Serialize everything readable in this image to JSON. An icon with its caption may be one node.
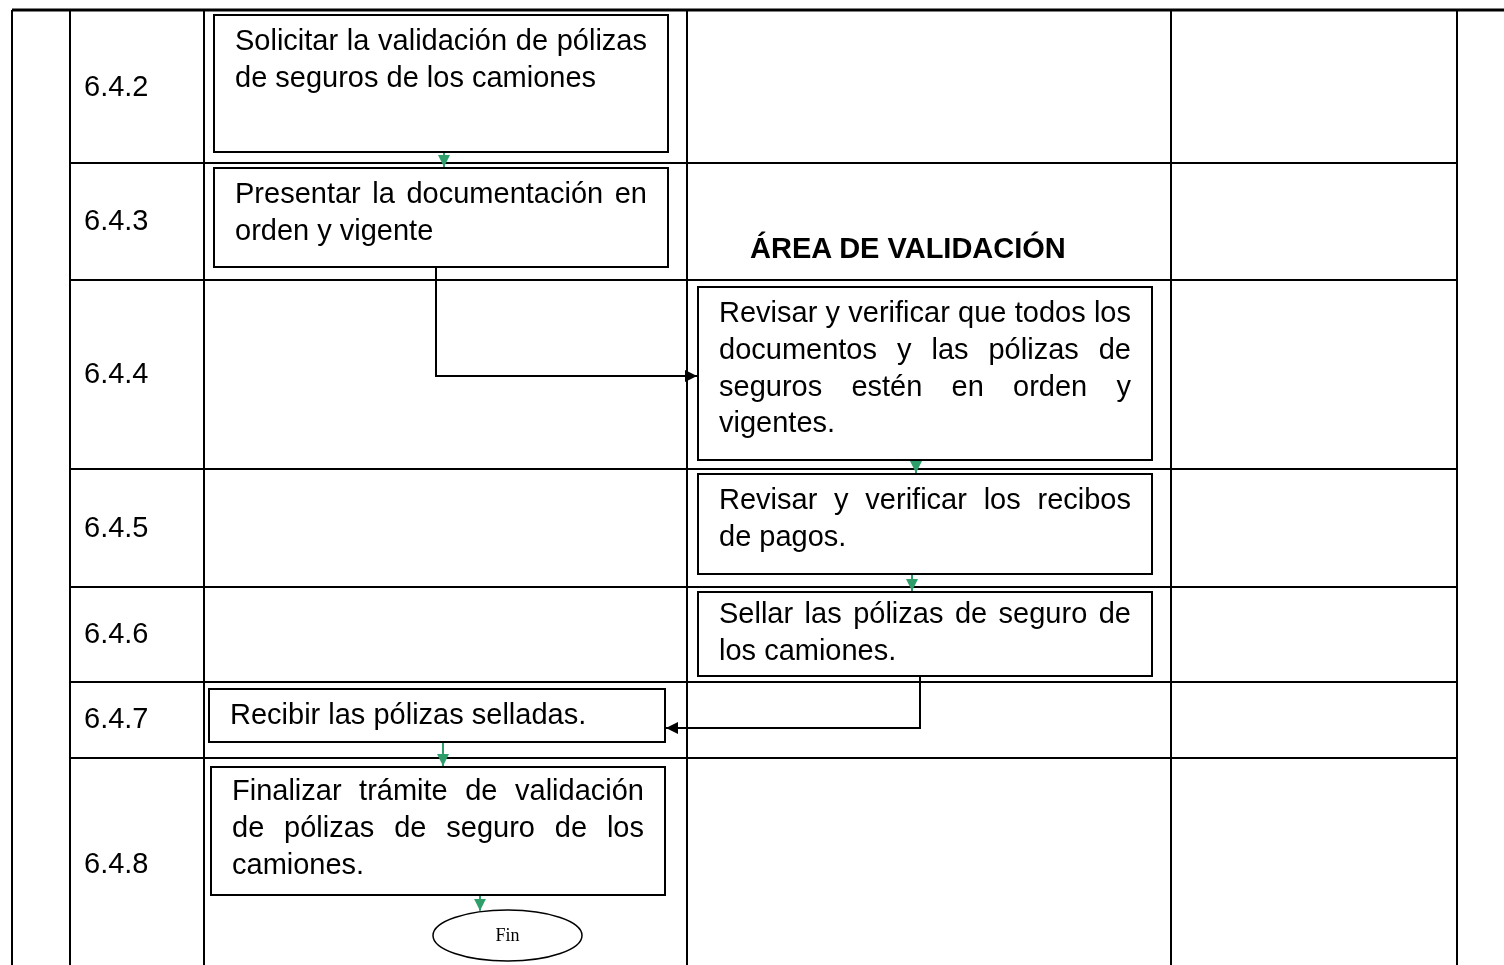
{
  "diagram": {
    "nodes": [
      {
        "text": [
          "Solicitar la validación de pólizas de seguros de los camiones"
        ]
      },
      {
        "text": [
          "Presentar la documentación en orden y vigente"
        ]
      },
      {
        "text": [
          "Revisar y verificar que todos los documentos y las pólizas de seguros estén en orden y vigentes."
        ]
      },
      {
        "text": [
          "Revisar y verificar los recibos de pagos."
        ]
      },
      {
        "text": [
          "Sellar las pólizas de seguro de los camiones."
        ]
      },
      {
        "text": [
          "Recibir las pólizas selladas."
        ]
      },
      {
        "text": [
          "Finalizar trámite de validación de pólizas de seguro de los camiones."
        ]
      },
      {
        "text": [
          "Fin"
        ]
      }
    ],
    "edges": [
      {
        "from": 0,
        "to": 1,
        "arrow": "to"
      },
      {
        "from": 1,
        "to": 2,
        "arrow": "to",
        "color": "#000000"
      },
      {
        "from": 2,
        "to": 3,
        "arrow": "to"
      },
      {
        "from": 3,
        "to": 4,
        "arrow": "to"
      },
      {
        "from": 4,
        "to": 5,
        "arrow": "to",
        "color": "#000000"
      },
      {
        "from": 5,
        "to": 6,
        "arrow": "to"
      },
      {
        "from": 6,
        "to": 7,
        "arrow": "to"
      }
    ],
    "labels": [
      "6.4.2",
      "6.4.3",
      "ÁREA DE VALIDACIÓN",
      "6.4.4",
      "6.4.5",
      "6.4.6",
      "6.4.7",
      "6.4.8"
    ]
  }
}
